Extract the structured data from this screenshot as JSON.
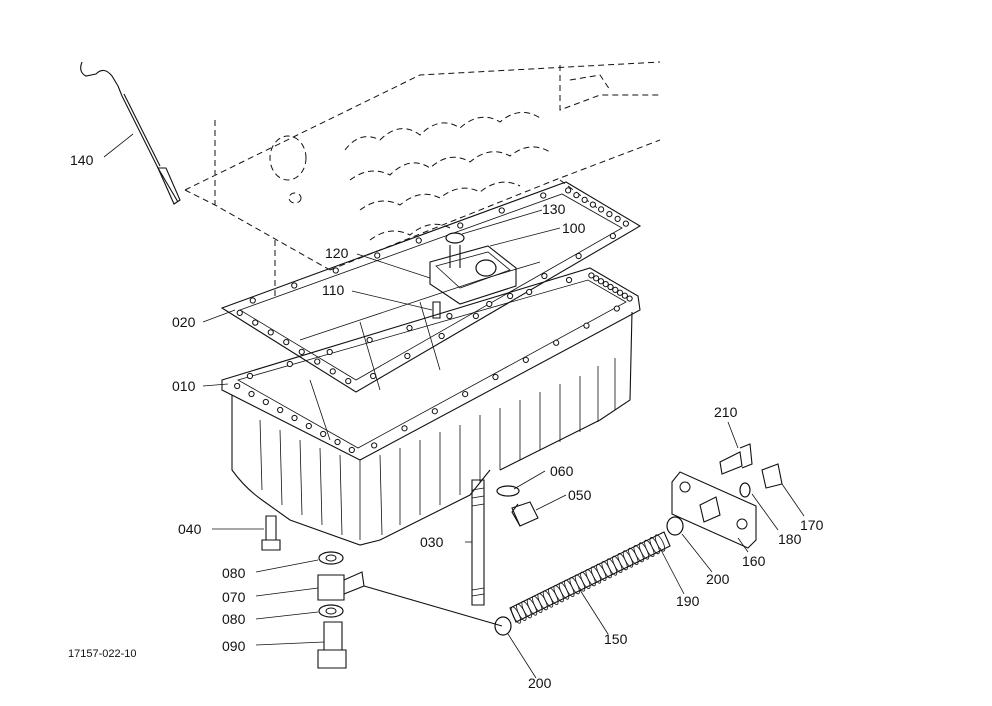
{
  "figure_number": "17157-022-10",
  "parts": {
    "p140": "140",
    "p130": "130",
    "p100": "100",
    "p120": "120",
    "p110": "110",
    "p020": "020",
    "p010": "010",
    "p210": "210",
    "p060": "060",
    "p050": "050",
    "p040": "040",
    "p030": "030",
    "p170": "170",
    "p180": "180",
    "p160": "160",
    "p200a": "200",
    "p190": "190",
    "p080a": "080",
    "p070": "070",
    "p080b": "080",
    "p150": "150",
    "p090": "090",
    "p200b": "200"
  }
}
